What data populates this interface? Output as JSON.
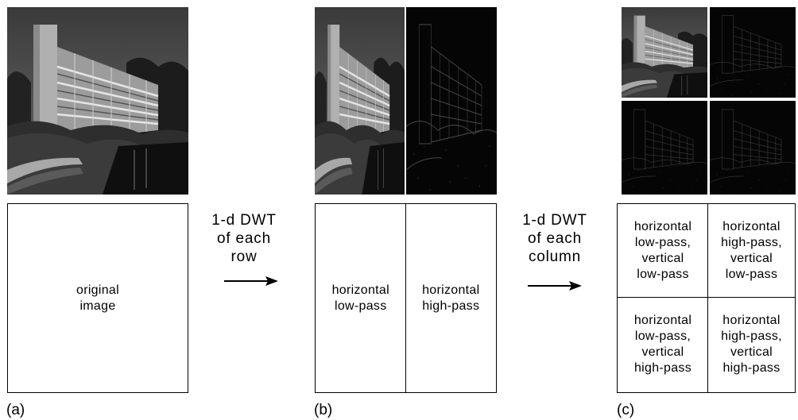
{
  "panels": {
    "a": {
      "caption": "(a)",
      "box_label": "original\nimage"
    },
    "b": {
      "caption": "(b)",
      "left_label": "horizontal\nlow-pass",
      "right_label": "horizontal\nhigh-pass"
    },
    "c": {
      "caption": "(c)",
      "top_left_label": "horizontal\nlow-pass,\nvertical\nlow-pass",
      "top_right_label": "horizontal\nhigh-pass,\nvertical\nlow-pass",
      "bottom_left_label": "horizontal\nlow-pass,\nvertical\nhigh-pass",
      "bottom_right_label": "horizontal\nhigh-pass,\nvertical\nhigh-pass"
    }
  },
  "steps": {
    "rows": [
      "1-d DWT",
      "of each",
      "row"
    ],
    "columns": [
      "1-d DWT",
      "of each",
      "column"
    ]
  }
}
